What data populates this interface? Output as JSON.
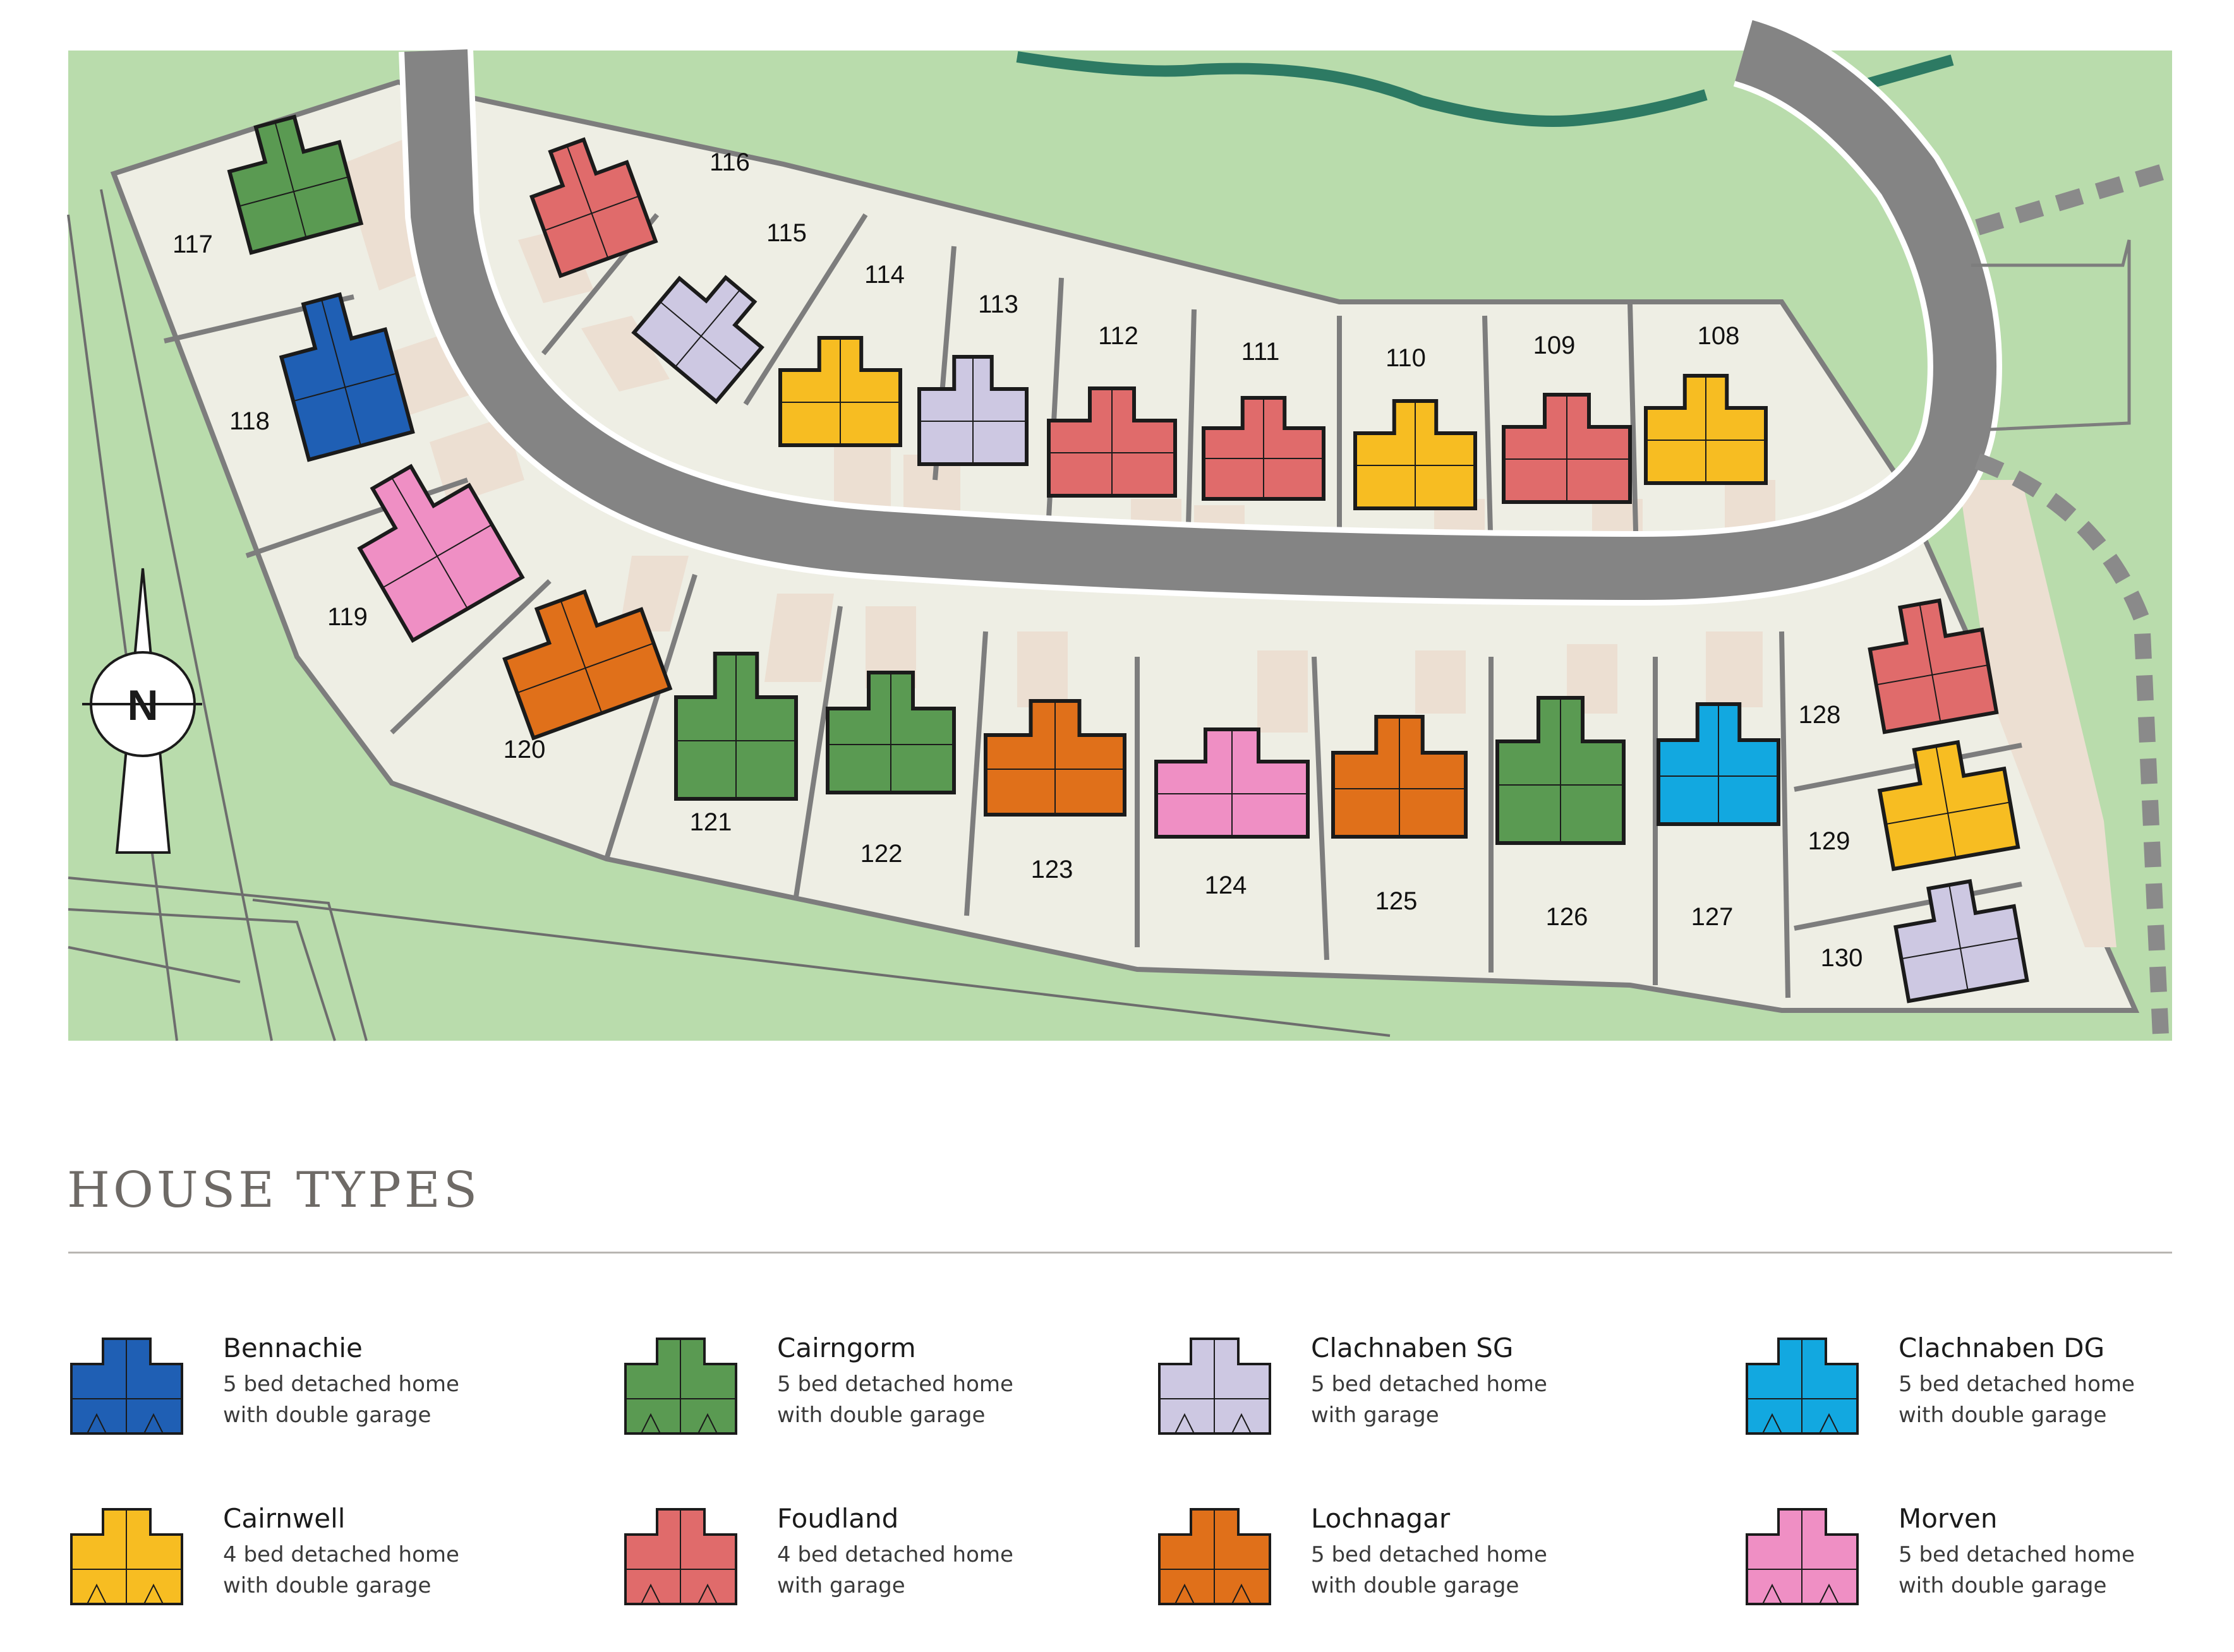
{
  "plots": [
    {
      "number": "108",
      "house_type": "cairnwell"
    },
    {
      "number": "109",
      "house_type": "foudland"
    },
    {
      "number": "110",
      "house_type": "cairnwell"
    },
    {
      "number": "111",
      "house_type": "foudland"
    },
    {
      "number": "112",
      "house_type": "foudland"
    },
    {
      "number": "113",
      "house_type": "clachnaben_sg"
    },
    {
      "number": "114",
      "house_type": "cairnwell"
    },
    {
      "number": "115",
      "house_type": "clachnaben_sg"
    },
    {
      "number": "116",
      "house_type": "foudland"
    },
    {
      "number": "117",
      "house_type": "cairngorm"
    },
    {
      "number": "118",
      "house_type": "bennachie"
    },
    {
      "number": "119",
      "house_type": "morven"
    },
    {
      "number": "120",
      "house_type": "lochnagar"
    },
    {
      "number": "121",
      "house_type": "cairngorm"
    },
    {
      "number": "122",
      "house_type": "cairngorm"
    },
    {
      "number": "123",
      "house_type": "lochnagar"
    },
    {
      "number": "124",
      "house_type": "morven"
    },
    {
      "number": "125",
      "house_type": "lochnagar"
    },
    {
      "number": "126",
      "house_type": "cairngorm"
    },
    {
      "number": "127",
      "house_type": "clachnaben_dg"
    },
    {
      "number": "128",
      "house_type": "foudland"
    },
    {
      "number": "129",
      "house_type": "cairnwell"
    },
    {
      "number": "130",
      "house_type": "clachnaben_sg"
    }
  ],
  "legend": {
    "title": "HOUSE TYPES",
    "items": [
      {
        "key": "bennachie",
        "name": "Bennachie",
        "line1": "5 bed detached home",
        "line2": "with double garage",
        "color": "#1f5fb4"
      },
      {
        "key": "cairngorm",
        "name": "Cairngorm",
        "line1": "5 bed detached home",
        "line2": "with double garage",
        "color": "#5a9a52"
      },
      {
        "key": "clachnaben_sg",
        "name": "Clachnaben SG",
        "line1": "5 bed detached home",
        "line2": "with garage",
        "color": "#cdc8e2"
      },
      {
        "key": "clachnaben_dg",
        "name": "Clachnaben DG",
        "line1": "5 bed detached home",
        "line2": "with double garage",
        "color": "#12a8e0"
      },
      {
        "key": "cairnwell",
        "name": "Cairnwell",
        "line1": "4 bed detached home",
        "line2": "with double garage",
        "color": "#f7bd22"
      },
      {
        "key": "foudland",
        "name": "Foudland",
        "line1": "4 bed detached home",
        "line2": "with garage",
        "color": "#e06b6b"
      },
      {
        "key": "lochnagar",
        "name": "Lochnagar",
        "line1": "5 bed detached home",
        "line2": "with double garage",
        "color": "#e0701a"
      },
      {
        "key": "morven",
        "name": "Morven",
        "line1": "5 bed detached home",
        "line2": "with double garage",
        "color": "#ef8fc4"
      }
    ]
  },
  "colors": {
    "grass": "#b9dcac",
    "plot": "#eeeee4",
    "plot_border": "#7d7d7d",
    "road": "#848484",
    "road_edge": "#ffffff",
    "driveway": "#ecdfd2",
    "water": "#2d7a63"
  },
  "compass": {
    "letter": "N"
  }
}
